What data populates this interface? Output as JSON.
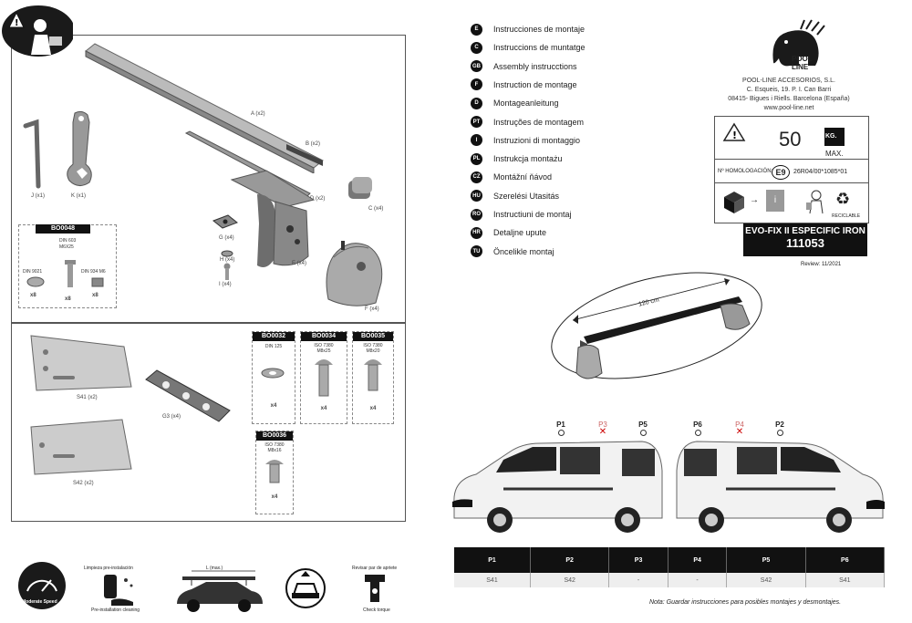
{
  "languages": [
    {
      "code": "E",
      "label": "Instrucciones de montaje"
    },
    {
      "code": "C",
      "label": "Instruccions de muntatge"
    },
    {
      "code": "GB",
      "label": "Assembly instrucctions"
    },
    {
      "code": "F",
      "label": "Instruction de montage"
    },
    {
      "code": "D",
      "label": "Montageanleitung"
    },
    {
      "code": "PT",
      "label": "Instruções de montagem"
    },
    {
      "code": "I",
      "label": "Instruzioni di montaggio"
    },
    {
      "code": "PL",
      "label": "Instrukcja montażu"
    },
    {
      "code": "CZ",
      "label": "Montážní ňávod"
    },
    {
      "code": "HU",
      "label": "Szerelési Utasitás"
    },
    {
      "code": "RO",
      "label": "Instructiuni de montaj"
    },
    {
      "code": "HR",
      "label": "Detaljne upute"
    },
    {
      "code": "TU",
      "label": "Öncelikle montaj"
    }
  ],
  "company": {
    "logo_text": "POOL LINE",
    "name": "POOL-LINE ACCESORIOS, S.L.",
    "address1": "C. Esqueis, 19. P. I. Can Barri",
    "address2": "08415- Bigues i Riells. Barcelona (España)",
    "website": "www.pool-line.net"
  },
  "spec": {
    "max_load": "50",
    "max_unit": "KG.",
    "max_label": "MAX.",
    "homologation_label": "Nº HOMOLOGACIÓN:",
    "homologation_mark": "E9",
    "homologation_number": "26R04/00*1085*01",
    "recyclable": "RECICLABLE"
  },
  "product": {
    "name": "EVO-FIX II ESPECIFIC IRON",
    "code": "111053",
    "review": "Review: 11/2021"
  },
  "parts": {
    "A": "A (x2)",
    "B": "B (x2)",
    "C": "C (x4)",
    "D": "D (x2)",
    "E": "E (x4)",
    "F": "F (x4)",
    "G": "G (x4)",
    "H": "H (x4)",
    "I": "I (x4)",
    "J": "J (x1)",
    "K": "K (x1)",
    "S41": "S41 (x2)",
    "S42": "S42 (x2)",
    "G3": "G3 (x4)"
  },
  "kits": {
    "bo0048": {
      "title": "BO0048",
      "spec_top": "DIN 603",
      "spec_top2": "M6X25",
      "left_spec": "DIN 9021",
      "right_spec": "DIN 934 M6",
      "q1": "x8",
      "q2": "x8",
      "q3": "x8"
    },
    "bo0032": {
      "title": "BO0032",
      "spec": "DIN 125",
      "qty": "x4"
    },
    "bo0034": {
      "title": "BO0034",
      "spec": "ISO 7380",
      "spec2": "M8x25",
      "qty": "x4"
    },
    "bo0035": {
      "title": "BO0035",
      "spec": "ISO 7380",
      "spec2": "M8x20",
      "qty": "x4"
    },
    "bo0036": {
      "title": "BO0036",
      "spec": "ISO 7380",
      "spec2": "M8x16",
      "qty": "x4"
    }
  },
  "bar_length": "120 cm",
  "positions": {
    "labels": [
      "P1",
      "P3",
      "P5",
      "P6",
      "P4",
      "P2"
    ],
    "headers": [
      "P1",
      "P2",
      "P3",
      "P4",
      "P5",
      "P6"
    ],
    "values": [
      "S41",
      "S42",
      "-",
      "-",
      "S42",
      "S41"
    ]
  },
  "note": "Nota:  Guardar instrucciones para posibles montajes y desmontajes.",
  "footer_icons": {
    "speed": "Moderate Speed",
    "cleaning_top": "Limpieza pre-instalación",
    "cleaning_bottom": "Pre-installation cleaning",
    "length": "L (max.)",
    "torque_top": "Revisar par de apriete",
    "torque_bottom": "Check torque"
  }
}
